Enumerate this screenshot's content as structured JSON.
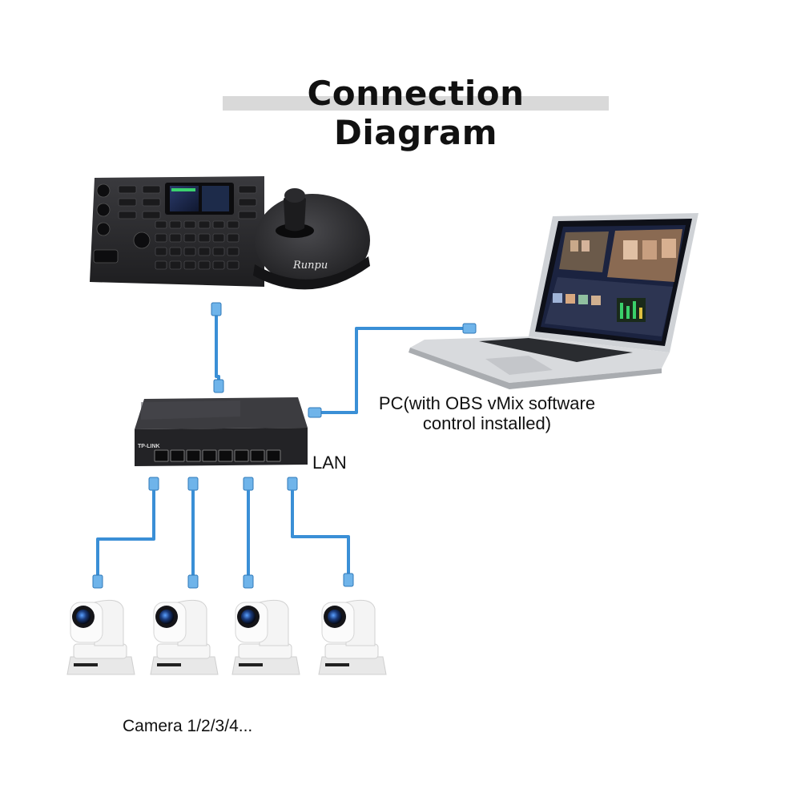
{
  "title": "Connection Diagram",
  "controller": {
    "brand": "Runpu"
  },
  "switch": {
    "brand": "TP-LINK"
  },
  "labels": {
    "lan": "LAN",
    "pc_line1": "PC(with OBS vMix software",
    "pc_line2": "control installed)",
    "cameras": "Camera 1/2/3/4..."
  },
  "colors": {
    "cable": "#3a8fd6",
    "device_dark": "#2b2b2e",
    "camera_white": "#f4f4f4",
    "title_band": "#d9d9d9"
  }
}
